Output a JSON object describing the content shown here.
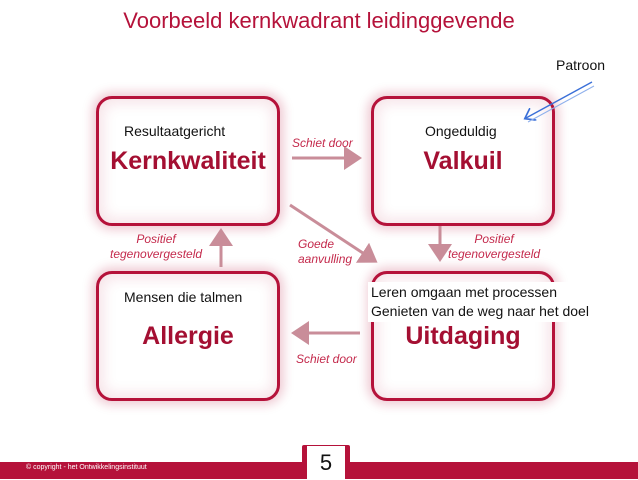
{
  "title": "Voorbeeld kernkwadrant leidinggevende",
  "annotation": "Patroon",
  "boxes": {
    "kernkwaliteit": {
      "title": "Kernkwaliteit",
      "label": "Resultaatgericht"
    },
    "valkuil": {
      "title": "Valkuil",
      "label": "Ongeduldig"
    },
    "allergie": {
      "title": "Allergie",
      "label": "Mensen die talmen"
    },
    "uitdaging": {
      "title": "Uitdaging",
      "line1": "Leren omgaan met processen",
      "line2": "Genieten van de weg naar het doel"
    }
  },
  "edges": {
    "top": "Schiet door",
    "bottom": "Schiet door",
    "left_line1": "Positief",
    "left_line2": "tegenovergesteld",
    "right_line1": "Positief",
    "right_line2": "tegenovergesteld",
    "diag_line1": "Goede",
    "diag_line2": "aanvulling"
  },
  "footer": {
    "copyright": "© copyright - het Ontwikkelingsinstituut",
    "page_number": "5"
  },
  "colors": {
    "accent": "#b5123a",
    "arrow": "#c98d99",
    "blue_arrow": "#3a6fd8"
  }
}
